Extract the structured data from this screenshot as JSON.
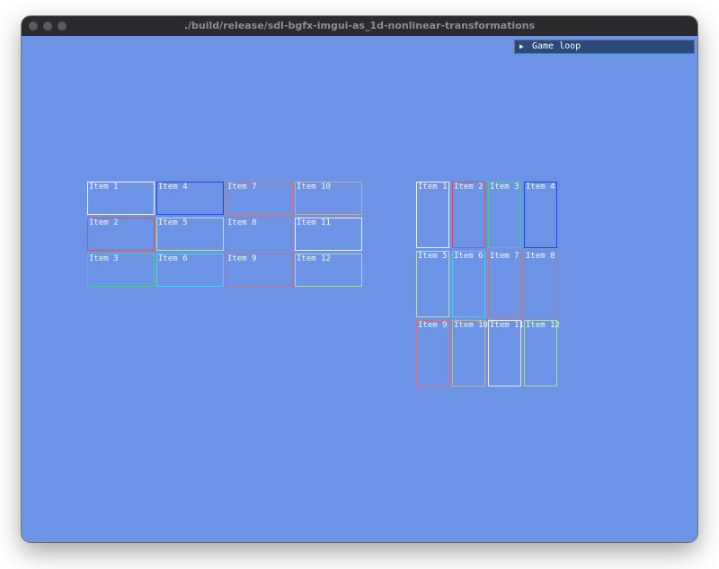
{
  "window": {
    "title": "./build/release/sdl-bgfx-imgui-as_1d-nonlinear-transformations"
  },
  "imgui": {
    "arrow": "▶",
    "label": "Game loop"
  },
  "colors": {
    "background": "#6d93e6",
    "titlebar": "#2b2b2d",
    "imgui_header": "#294a7a"
  },
  "left_grid": {
    "items": [
      {
        "label": "Item 1",
        "color": "#f2f2f8"
      },
      {
        "label": "Item 2",
        "color": "#c2566a"
      },
      {
        "label": "Item 3",
        "color": "#52c29a"
      },
      {
        "label": "Item 4",
        "color": "#2746d8"
      },
      {
        "label": "Item 5",
        "color": "#b8dcc8"
      },
      {
        "label": "Item 6",
        "color": "#56c8e8"
      },
      {
        "label": "Item 7",
        "color": "#b87a8e"
      },
      {
        "label": "Item 8",
        "color": "#8c84c0"
      },
      {
        "label": "Item 9",
        "color": "#a27aa8"
      },
      {
        "label": "Item 10",
        "color": "#b8b0a2"
      },
      {
        "label": "Item 11",
        "color": "#e8eef2"
      },
      {
        "label": "Item 12",
        "color": "#a8d8b8"
      }
    ]
  },
  "right_grid": {
    "items": [
      {
        "label": "Item 1",
        "color": "#e8f0f8"
      },
      {
        "label": "Item 2",
        "color": "#c25666"
      },
      {
        "label": "Item 3",
        "color": "#52c29a"
      },
      {
        "label": "Item 4",
        "color": "#2746d8"
      },
      {
        "label": "Item 5",
        "color": "#b8dcc8"
      },
      {
        "label": "Item 6",
        "color": "#56c8e8"
      },
      {
        "label": "Item 7",
        "color": "#b87a8e"
      },
      {
        "label": "Item 8",
        "color": "#8c84c0"
      },
      {
        "label": "Item 9",
        "color": "#c27a8e"
      },
      {
        "label": "Item 10",
        "color": "#b8b0a2"
      },
      {
        "label": "Item 11",
        "color": "#e0e8ee"
      },
      {
        "label": "Item 12",
        "color": "#a8d8b8"
      }
    ]
  }
}
